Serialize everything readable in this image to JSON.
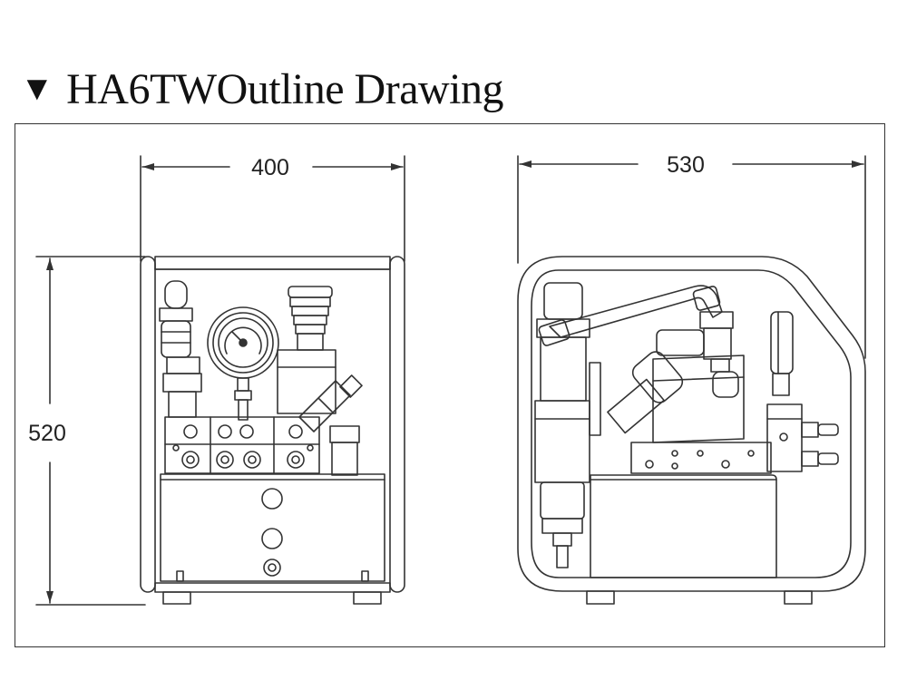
{
  "title": {
    "marker": "▼",
    "text": "HA6TWOutline Drawing"
  },
  "front_view": {
    "width_label": "400",
    "height_label": "520"
  },
  "side_view": {
    "width_label": "530"
  },
  "colors": {
    "line": "#333333",
    "background": "#ffffff"
  }
}
